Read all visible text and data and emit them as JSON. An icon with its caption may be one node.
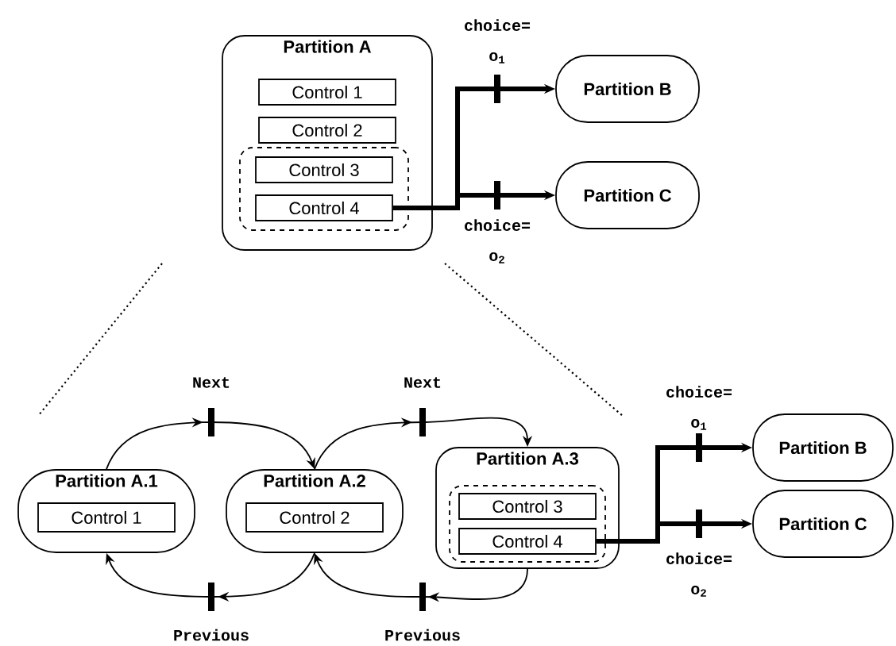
{
  "diagram": {
    "nodes": [
      {
        "text": [
          "Partition A"
        ]
      },
      {
        "text": [
          "Control 1"
        ],
        "in": 0
      },
      {
        "text": [
          "Control 2"
        ],
        "in": 0
      },
      {
        "text": [],
        "shape": "box",
        "in": 0
      },
      {
        "text": [
          "Control 3"
        ],
        "in": 3
      },
      {
        "text": [
          "Control 4"
        ],
        "in": 3
      },
      {
        "text": [
          "Partition B"
        ]
      },
      {
        "text": [
          "Partition C"
        ]
      },
      {
        "text": [
          "Partition A.1"
        ]
      },
      {
        "text": [
          "Control 1"
        ],
        "in": 8
      },
      {
        "text": [
          "Partition A.2"
        ]
      },
      {
        "text": [
          "Control 2"
        ],
        "in": 10
      },
      {
        "text": [
          "Partition A.3"
        ]
      },
      {
        "text": [],
        "shape": "box",
        "in": 12
      },
      {
        "text": [
          "Control 3"
        ],
        "in": 13
      },
      {
        "text": [
          "Control 4"
        ],
        "in": 13
      },
      {
        "text": [
          "Partition B"
        ]
      },
      {
        "text": [
          "Partition C"
        ]
      }
    ],
    "edges": [
      {
        "from": 5,
        "to": 6,
        "arrow": "to",
        "label": "choice= o$_{1}$",
        "style": "thick"
      },
      {
        "from": 5,
        "to": 7,
        "arrow": "to",
        "label": "choice= o$_{2}$",
        "style": "thick"
      },
      {
        "from": 8,
        "to": 10,
        "arrow": "to",
        "label": "Next"
      },
      {
        "from": 10,
        "to": 12,
        "arrow": "to",
        "label": "Next"
      },
      {
        "from": 10,
        "to": 8,
        "arrow": "to",
        "label": "Previous"
      },
      {
        "from": 12,
        "to": 10,
        "arrow": "to",
        "label": "Previous"
      },
      {
        "from": 15,
        "to": 16,
        "arrow": "to",
        "label": "choice= o$_{1}$",
        "style": "thick"
      },
      {
        "from": 15,
        "to": 17,
        "arrow": "to",
        "label": "choice= o$_{2}$",
        "style": "thick"
      }
    ]
  }
}
